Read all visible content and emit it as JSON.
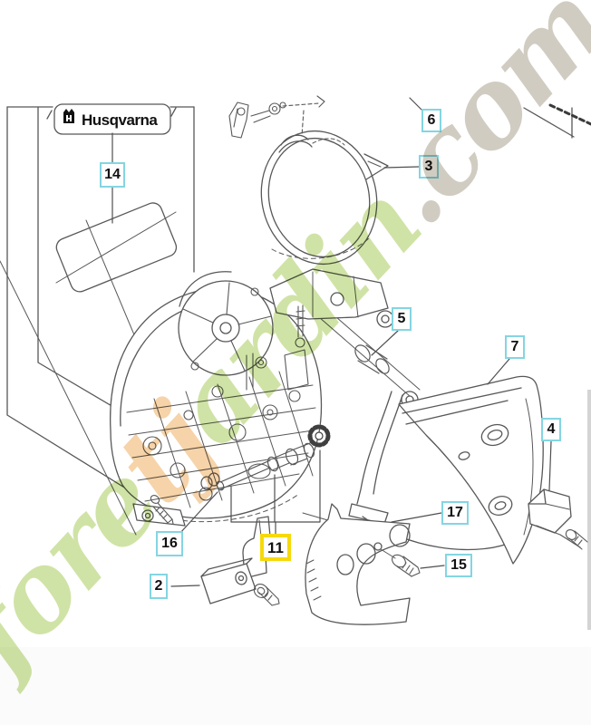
{
  "brand_label": {
    "text": "Husqvarna"
  },
  "watermark": {
    "text": "foretjardin.com",
    "segments": [
      {
        "text": "fore",
        "color": "#c4dc90"
      },
      {
        "text": "tj",
        "color": "#f4c893"
      },
      {
        "text": "ardin",
        "color": "#c4dc90"
      },
      {
        "text": ".com",
        "color": "#c6bfb1"
      }
    ]
  },
  "callouts": [
    {
      "label": "14",
      "highlighted": false
    },
    {
      "label": "6",
      "highlighted": false
    },
    {
      "label": "3",
      "highlighted": false
    },
    {
      "label": "5",
      "highlighted": false
    },
    {
      "label": "7",
      "highlighted": false
    },
    {
      "label": "4",
      "highlighted": false
    },
    {
      "label": "17",
      "highlighted": false
    },
    {
      "label": "15",
      "highlighted": false
    },
    {
      "label": "16",
      "highlighted": false
    },
    {
      "label": "2",
      "highlighted": false
    },
    {
      "label": "11",
      "highlighted": true
    }
  ],
  "colors": {
    "callout_border": "#84d5e2",
    "highlight": "#f6d90b",
    "line_art": "#585858"
  }
}
